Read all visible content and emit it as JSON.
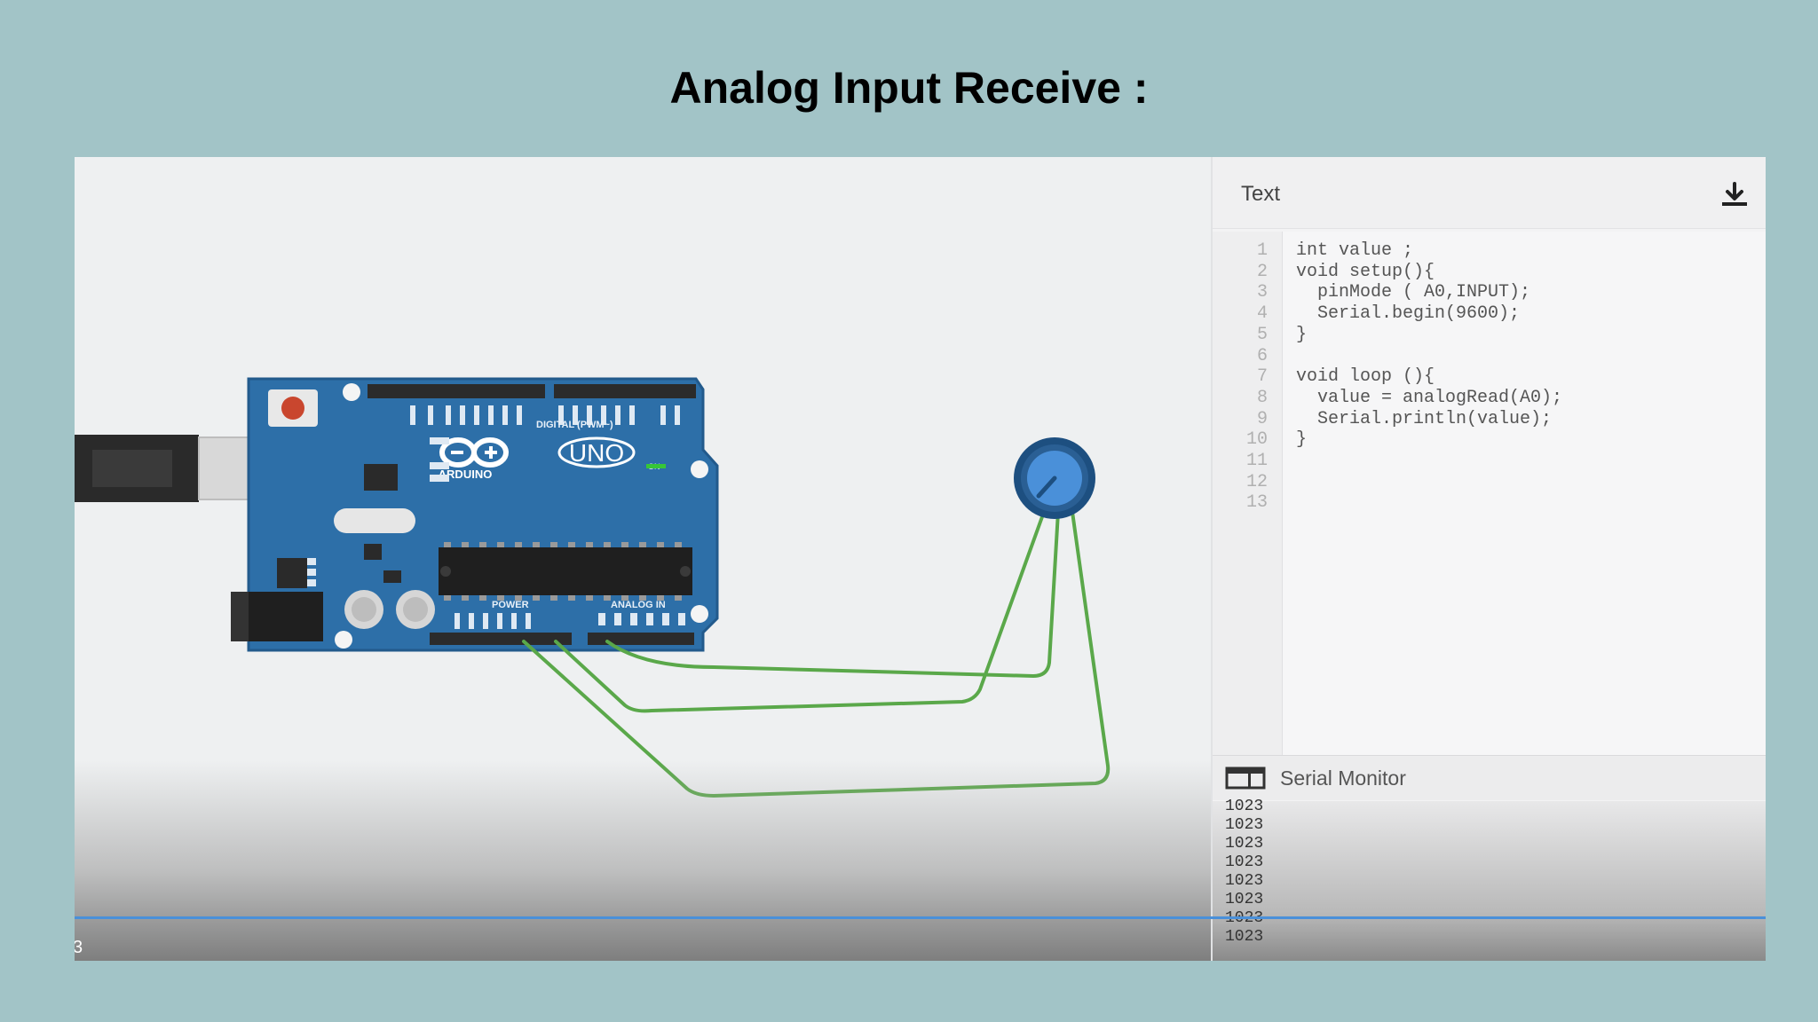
{
  "slide": {
    "title": "Analog Input Receive :"
  },
  "panel": {
    "title": "Text",
    "download_icon": "download-icon"
  },
  "code": {
    "lines": [
      {
        "no": "1",
        "text": "int value ;"
      },
      {
        "no": "2",
        "text": "void setup(){"
      },
      {
        "no": "3",
        "text": "  pinMode ( A0,INPUT);"
      },
      {
        "no": "4",
        "text": "  Serial.begin(9600);"
      },
      {
        "no": "5",
        "text": "}"
      },
      {
        "no": "6",
        "text": ""
      },
      {
        "no": "7",
        "text": "void loop (){"
      },
      {
        "no": "8",
        "text": "  value = analogRead(A0);"
      },
      {
        "no": "9",
        "text": "  Serial.println(value);"
      },
      {
        "no": "10",
        "text": "}"
      },
      {
        "no": "11",
        "text": ""
      },
      {
        "no": "12",
        "text": ""
      },
      {
        "no": "13",
        "text": ""
      }
    ]
  },
  "serial_monitor": {
    "title": "Serial Monitor",
    "icon": "serial-monitor-icon",
    "output": [
      "1023",
      "1023",
      "1023",
      "1023",
      "1023",
      "1023",
      "1023",
      "1023"
    ]
  },
  "board": {
    "label_brand": "ARDUINO",
    "label_model": "UNO",
    "label_digital": "DIGITAL (PWM~)",
    "label_power": "POWER",
    "label_analog": "ANALOG IN",
    "label_on": "ON"
  },
  "frame": {
    "label": "3"
  },
  "colors": {
    "background": "#a2c4c7",
    "board": "#2d6fa8",
    "wire": "#5aa84a",
    "potentiometer": "#1d4f80",
    "progress": "#4a90d9"
  }
}
